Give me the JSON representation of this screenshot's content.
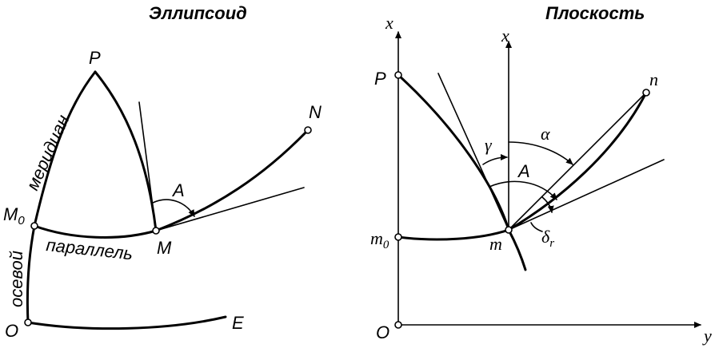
{
  "ellipsoid": {
    "title": "Эллипсоид",
    "labels": {
      "P": "P",
      "N": "N",
      "A": "A",
      "M0": "M",
      "M0_sub": "0",
      "M": "M",
      "O": "O",
      "E": "E",
      "meridian": "меридиан",
      "parallel": "параллель",
      "axial": "осевой"
    }
  },
  "plane": {
    "title": "Плоскость",
    "labels": {
      "x_outer": "x",
      "x_inner": "x",
      "P": "P",
      "n": "n",
      "gamma": "γ",
      "alpha": "α",
      "A": "A",
      "m0": "m",
      "m0_sub": "0",
      "m": "m",
      "delta": "δ",
      "delta_sub": "r",
      "O": "O",
      "y": "y"
    }
  }
}
